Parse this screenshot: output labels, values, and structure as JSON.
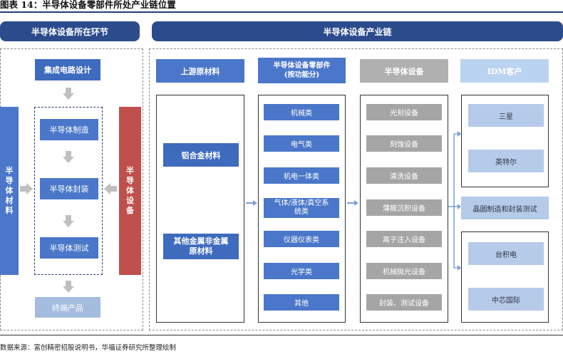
{
  "figure_title": "图表 14：半导体设备零部件所处产业链位置",
  "source": "数据来源：富创精密招股说明书，华福证券研究所整理绘制",
  "left_section": {
    "header": "半导体设备所在环节",
    "top_box": "集成电路设计",
    "middle_steps": [
      "半导体制造",
      "半导体封装",
      "半导体测试"
    ],
    "bottom_box": "终端产品",
    "left_column": "半导体材料",
    "right_column": "半导体设备"
  },
  "right_section": {
    "header": "半导体设备产业链",
    "col_headers": {
      "upstream": "上游原材料",
      "components": "半导体设备零部件\n(按功能分)",
      "equipment": "半导体设备",
      "idm": "IDM客户"
    },
    "upstream_items": [
      "铝合金材料",
      "其他金属非金属\n原材料"
    ],
    "component_items": [
      "机械类",
      "电气类",
      "机电一体类",
      "气体/液体/真空系\n统类",
      "仪器仪表类",
      "光学类",
      "其他"
    ],
    "equipment_items": [
      "光刻设备",
      "刻蚀设备",
      "清洗设备",
      "薄膜沉积设备",
      "离子注入设备",
      "机械抛光设备",
      "封装、测试设备"
    ],
    "idm_items": [
      "三星",
      "英特尔"
    ],
    "foundry_label": "晶圆制造和封装测试",
    "foundry_items": [
      "台积电",
      "中芯国际"
    ]
  },
  "colors": {
    "header": "#2b4b8d",
    "blue": "#4a77c9",
    "light_blue": "#b5cbe9",
    "grey": "#a5a5a5",
    "red": "#c0504d",
    "arrow_grey": "#bfbfbf",
    "arrow_blue": "#7f9fd6"
  }
}
